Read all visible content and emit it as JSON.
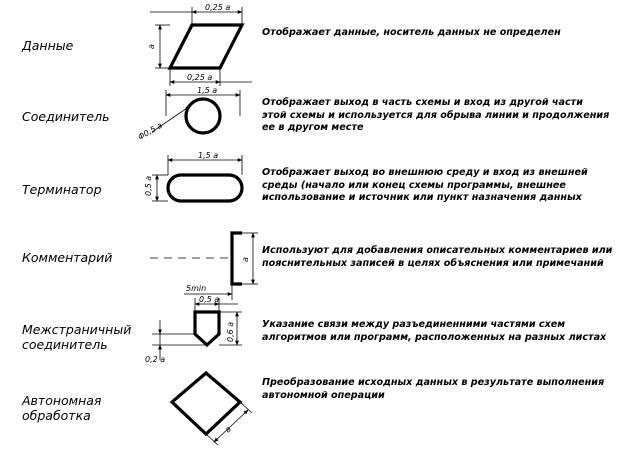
{
  "rows": [
    {
      "label": "Данные",
      "description": "Отображает данные, носитель данных не определен",
      "dims": {
        "top": "0,25 a",
        "side": "a",
        "bottom": "0,25 a"
      }
    },
    {
      "label": "Соединитель",
      "description": "Отображает выход в часть схемы и вход из другой части\nэтой схемы и используется для обрыва линии и продолжения\nее в другом месте",
      "dims": {
        "width": "1,5 a",
        "diameter": "Φ0,5 a"
      }
    },
    {
      "label": "Терминатор",
      "description": "Отображает выход во внешнюю среду и вход из внешней\nсреды (начало или конец схемы программы, внешнее\nиспользование и источник или пункт назначения данных",
      "dims": {
        "width": "1,5 a",
        "height": "0,5 a"
      }
    },
    {
      "label": "Комментарий",
      "description": "Используют для добавления описательных комментариев или\nпояснительных записей в целях объяснения или примечаний",
      "dims": {
        "height": "a",
        "min": "5min"
      }
    },
    {
      "label": "Межстраничный\nсоединитель",
      "description": "Указание связи между разъединенними частями схем\nалгоритмов или программ, расположенных на разных листах",
      "dims": {
        "width": "0,5 a",
        "height": "0,6 a",
        "tip": "0,2 a"
      }
    },
    {
      "label": "Автономная\nобработка",
      "description": "Преобразование исходных данных в результате выполнения\nавтономной операции",
      "dims": {
        "side": "a"
      }
    }
  ]
}
